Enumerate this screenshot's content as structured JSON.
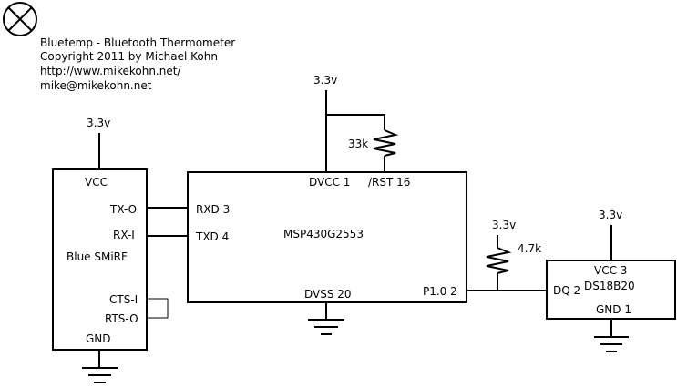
{
  "header": {
    "lines": [
      "Bluetemp - Bluetooth Thermometer",
      "Copyright 2011 by Michael Kohn",
      "http://www.mikekohn.net/",
      "mike@mikekohn.net"
    ]
  },
  "power": {
    "mcu_supply": "3.3v",
    "bt_supply": "3.3v",
    "pullup_supply": "3.3v",
    "sensor_supply": "3.3v"
  },
  "resistors": {
    "reset": "33k",
    "pullup": "4.7k"
  },
  "bluetooth": {
    "name": "Blue SMiRF",
    "vcc": "VCC",
    "tx": "TX-O",
    "rx": "RX-I",
    "cts": "CTS-I",
    "rts": "RTS-O",
    "gnd": "GND"
  },
  "mcu": {
    "name": "MSP430G2553",
    "dvcc": "DVCC 1",
    "rst": "/RST 16",
    "rxd": "RXD 3",
    "txd": "TXD 4",
    "dvss": "DVSS 20",
    "p10": "P1.0 2"
  },
  "sensor": {
    "name": "DS18B20",
    "vcc": "VCC 3",
    "dq": "DQ 2",
    "gnd": "GND 1"
  },
  "colors": {
    "ink": "#000000",
    "background": "#ffffff"
  },
  "icons": [
    "lamp-icon",
    "ground-icon",
    "resistor-icon"
  ]
}
